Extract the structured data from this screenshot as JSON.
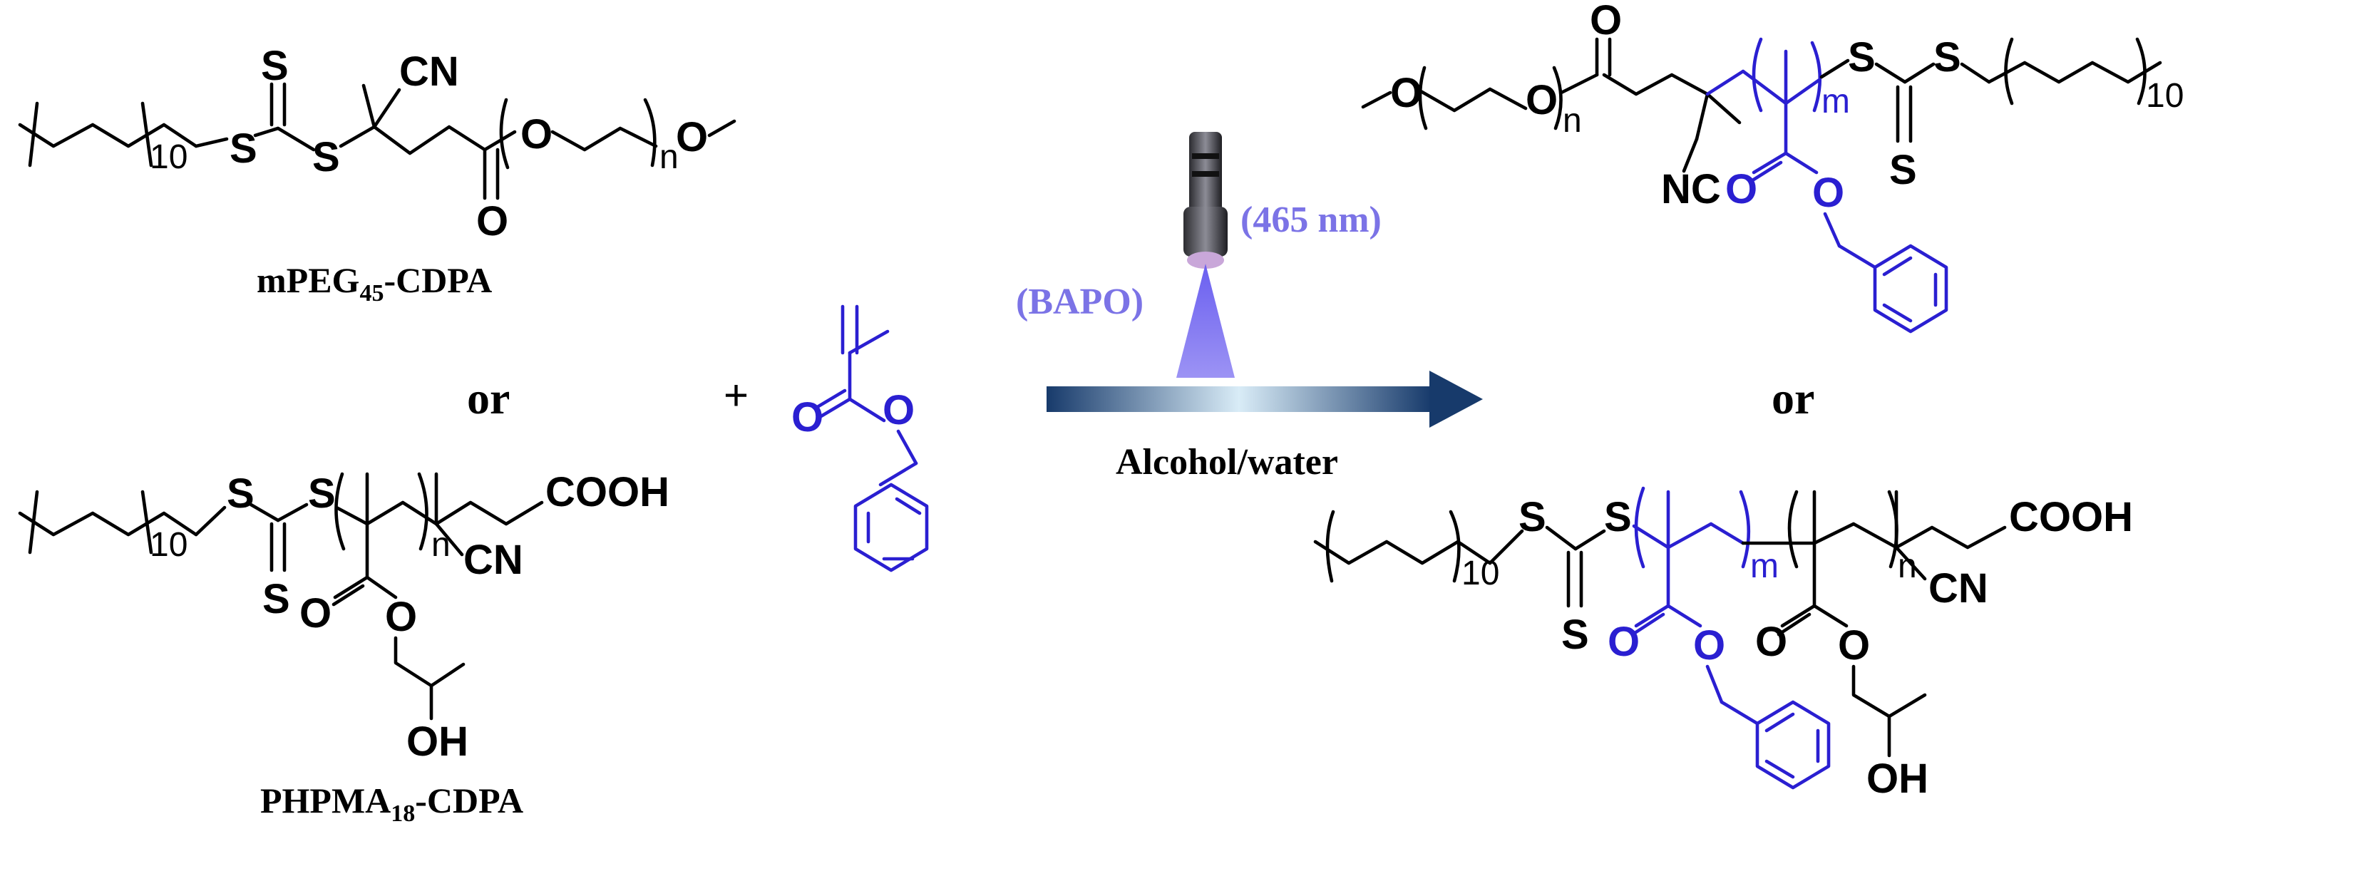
{
  "colors": {
    "ink": "#000000",
    "monomer": "#2a1fd1",
    "light_label": "#7b73e6",
    "arrow_dark": "#173a6b",
    "arrow_light": "#d9ecf7"
  },
  "reactants": {
    "top": {
      "name_main": "mPEG",
      "name_sub": "45",
      "name_tail": "-CDPA",
      "atoms": {
        "s_thio": "S",
        "s_link": "S",
        "s_double": "S",
        "cn": "CN",
        "o_carbonyl": "O",
        "o_ether": "O",
        "o_methyl": "O",
        "rep_alkyl": "10",
        "rep_peg": "n"
      }
    },
    "or_word": "or",
    "bottom": {
      "name_main": "PHPMA",
      "name_sub": "18",
      "name_tail": "-CDPA",
      "atoms": {
        "s_thio": "S",
        "s_link": "S",
        "s_double": "S",
        "cooh": "COOH",
        "cn": "CN",
        "o_carbonyl": "O",
        "o_ester": "O",
        "oh": "OH",
        "rep_alkyl": "10",
        "rep_n": "n"
      }
    }
  },
  "plus_sign": "+",
  "monomer": {
    "o_carbonyl": "O",
    "o_ester": "O"
  },
  "conditions": {
    "catalyst": "(BAPO)",
    "light": "(465 nm)",
    "solvent": "Alcohol/water",
    "light_icon": "flashlight-icon"
  },
  "products": {
    "top": {
      "atoms": {
        "o_methyl": "O",
        "o_peg": "O",
        "o_carbonyl": "O",
        "rep_peg": "n",
        "rep_m": "m",
        "s_link": "S",
        "s_thio": "S",
        "s_double": "S",
        "rep_alkyl": "10",
        "nc": "NC",
        "o_bz_carbonyl": "O",
        "o_bz_ester": "O"
      }
    },
    "or_word": "or",
    "bottom": {
      "atoms": {
        "s_thio": "S",
        "s_link": "S",
        "s_double": "S",
        "rep_alkyl": "10",
        "rep_m": "m",
        "rep_n": "n",
        "cooh": "COOH",
        "cn": "CN",
        "o_bz_carbonyl": "O",
        "o_bz_ester": "O",
        "o_hp_carbonyl": "O",
        "o_hp_ester": "O",
        "oh": "OH"
      }
    }
  }
}
